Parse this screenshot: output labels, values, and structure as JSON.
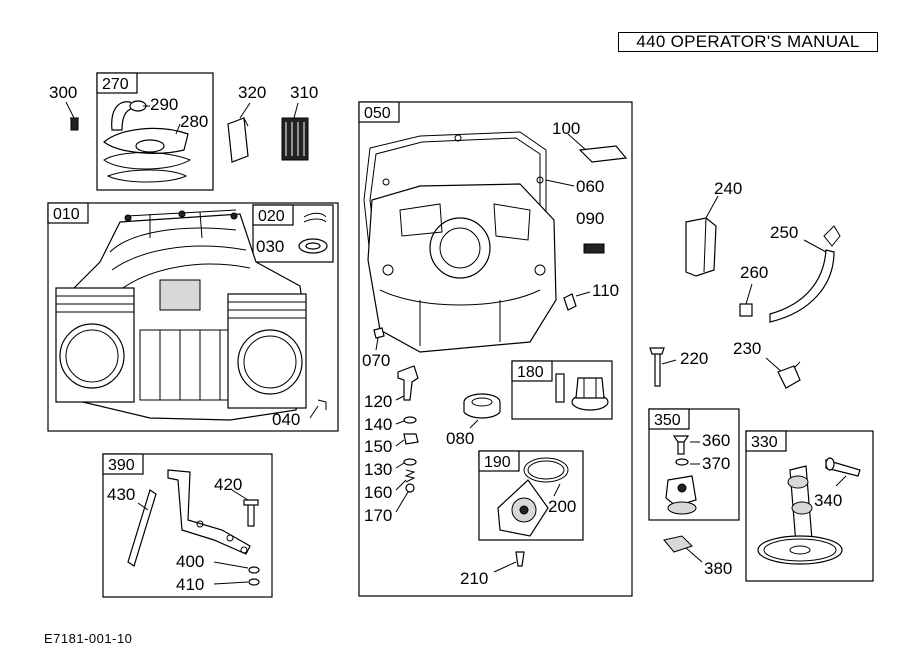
{
  "header": {
    "title": "440  OPERATOR'S MANUAL"
  },
  "footer": {
    "code": "E7181-001-10"
  },
  "boxes": {
    "b270": "270",
    "b010": "010",
    "b020": "020",
    "b050": "050",
    "b180": "180",
    "b190": "190",
    "b350": "350",
    "b330": "330",
    "b390": "390"
  },
  "labels": {
    "l300": "300",
    "l290": "290",
    "l280": "280",
    "l320": "320",
    "l310": "310",
    "l030": "030",
    "l040": "040",
    "l100": "100",
    "l060": "060",
    "l090": "090",
    "l110": "110",
    "l070": "070",
    "l120": "120",
    "l140": "140",
    "l150": "150",
    "l130": "130",
    "l160": "160",
    "l170": "170",
    "l080": "080",
    "l200": "200",
    "l210": "210",
    "l240": "240",
    "l250": "250",
    "l260": "260",
    "l220": "220",
    "l230": "230",
    "l360": "360",
    "l370": "370",
    "l340": "340",
    "l380": "380",
    "l430": "430",
    "l420": "420",
    "l400": "400",
    "l410": "410"
  }
}
